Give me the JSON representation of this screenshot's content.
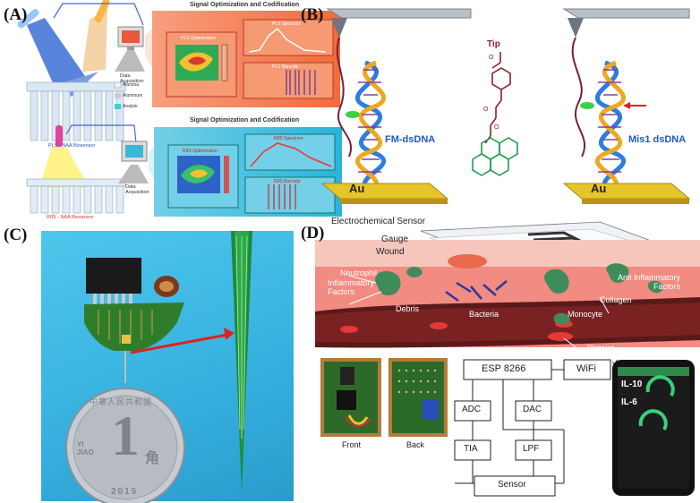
{
  "panelA": {
    "label": "(A)",
    "top_header": "Signal Optimization and Codification",
    "bottom_header": "Signal Optimization and Codification",
    "data_acquisition": "Data Acquisition",
    "data_acquisition_2": "Data Acquisition",
    "pls_biosensor": "PLS - NAA Biosensor",
    "rips_biosensor": "RIfS - NAA Biosensor",
    "legend": [
      "Alumina",
      "Aluminum",
      "Analyte"
    ],
    "pls_optimization": "PLS Optimization",
    "pls_spectrum": "PLS Spectrum",
    "pls_barcode": "PLS Barcode",
    "rifs_optimization": "RIfS Optimization",
    "rifs_spectrum": "RIfS Spectrum",
    "rifs_barcode": "RIfS Barcode"
  },
  "panelB": {
    "label": "(B)",
    "tip": "Tip",
    "fm_dsdna": "FM-dsDNA",
    "mis1_dsdna": "Mis1 dsDNA",
    "au_left": "Au",
    "au_right": "Au"
  },
  "panelC": {
    "label": "(C)",
    "coin_numeral": "1",
    "coin_unit": "角",
    "coin_top": "中華人民共和國",
    "coin_left": "YI JIAO",
    "coin_year": "2015"
  },
  "panelD": {
    "label": "(D)",
    "electrochemical_sensor": "Electrochemical Sensor",
    "gauge": "Gauge",
    "wound": "Wound",
    "neutrophil": "Neutrophil",
    "inflammatory_factors": "Inflammatory\nFactors",
    "debris": "Debris",
    "bacteria": "Bacteria",
    "monocyte": "Monocyte",
    "collagen": "Collagen",
    "anti_inflammatory": "Anti Inflammatory\nFactors",
    "platelet": "Platelet",
    "front": "Front",
    "back": "Back",
    "esp": "ESP 8266",
    "wifi": "WiFi",
    "adc": "ADC",
    "dac": "DAC",
    "tia": "TIA",
    "lpf": "LPF",
    "sensor": "Sensor",
    "il10": "IL-10",
    "il6": "IL-6",
    "colors": {
      "tissue": "#f28b82",
      "dermis": "#f7b0a8",
      "vessel": "#5a1a1a",
      "cell": "#3f8c5a",
      "blood": "#e53935"
    }
  }
}
